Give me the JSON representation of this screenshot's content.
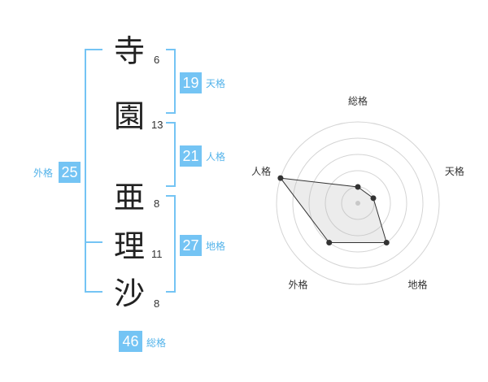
{
  "name": {
    "chars": [
      {
        "char": "寺",
        "strokes": "6"
      },
      {
        "char": "園",
        "strokes": "13"
      },
      {
        "char": "亜",
        "strokes": "8"
      },
      {
        "char": "理",
        "strokes": "11"
      },
      {
        "char": "沙",
        "strokes": "8"
      }
    ]
  },
  "kaku": {
    "ten": {
      "value": "19",
      "label": "天格"
    },
    "jin": {
      "value": "21",
      "label": "人格"
    },
    "chi": {
      "value": "27",
      "label": "地格"
    },
    "gai": {
      "value": "25",
      "label": "外格"
    },
    "sou": {
      "value": "46",
      "label": "総格"
    }
  },
  "colors": {
    "accent": "#74c4f4",
    "accent_text": "#53b3ea"
  },
  "chart_data": {
    "type": "radar",
    "axes": [
      "総格",
      "天格",
      "地格",
      "外格",
      "人格"
    ],
    "values": [
      1,
      1,
      3,
      3,
      5
    ],
    "rmax": 5
  }
}
